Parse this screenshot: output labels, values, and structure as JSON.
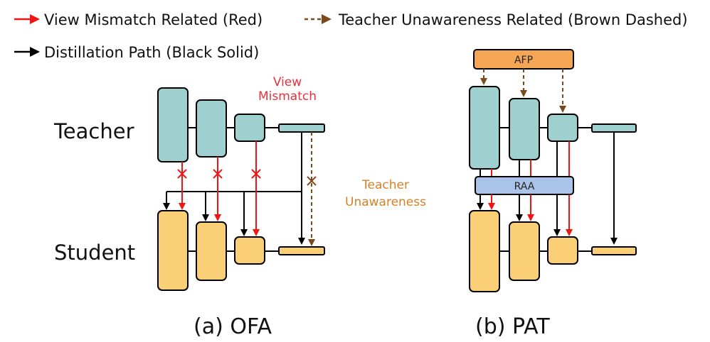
{
  "legend": {
    "red": "View Mismatch Related (Red)",
    "brown": "Teacher Unawareness Related (Brown Dashed)",
    "black": "Distillation Path (Black Solid)"
  },
  "labels": {
    "teacher": "Teacher",
    "student": "Student",
    "view_mismatch_line1": "View",
    "view_mismatch_line2": "Mismatch",
    "teacher_unawareness_line1": "Teacher",
    "teacher_unawareness_line2": "Unawareness",
    "afp": "AFP",
    "raa": "RAA"
  },
  "captions": {
    "ofa": "(a) OFA",
    "pat": "(b) PAT"
  },
  "colors": {
    "teacher_block": "#9fd0d0",
    "student_block": "#fbcf75",
    "afp_block": "#f4a654",
    "raa_block": "#a9c4e8",
    "red": "#f01414",
    "brown": "#7a4a1c",
    "black": "#000000"
  }
}
